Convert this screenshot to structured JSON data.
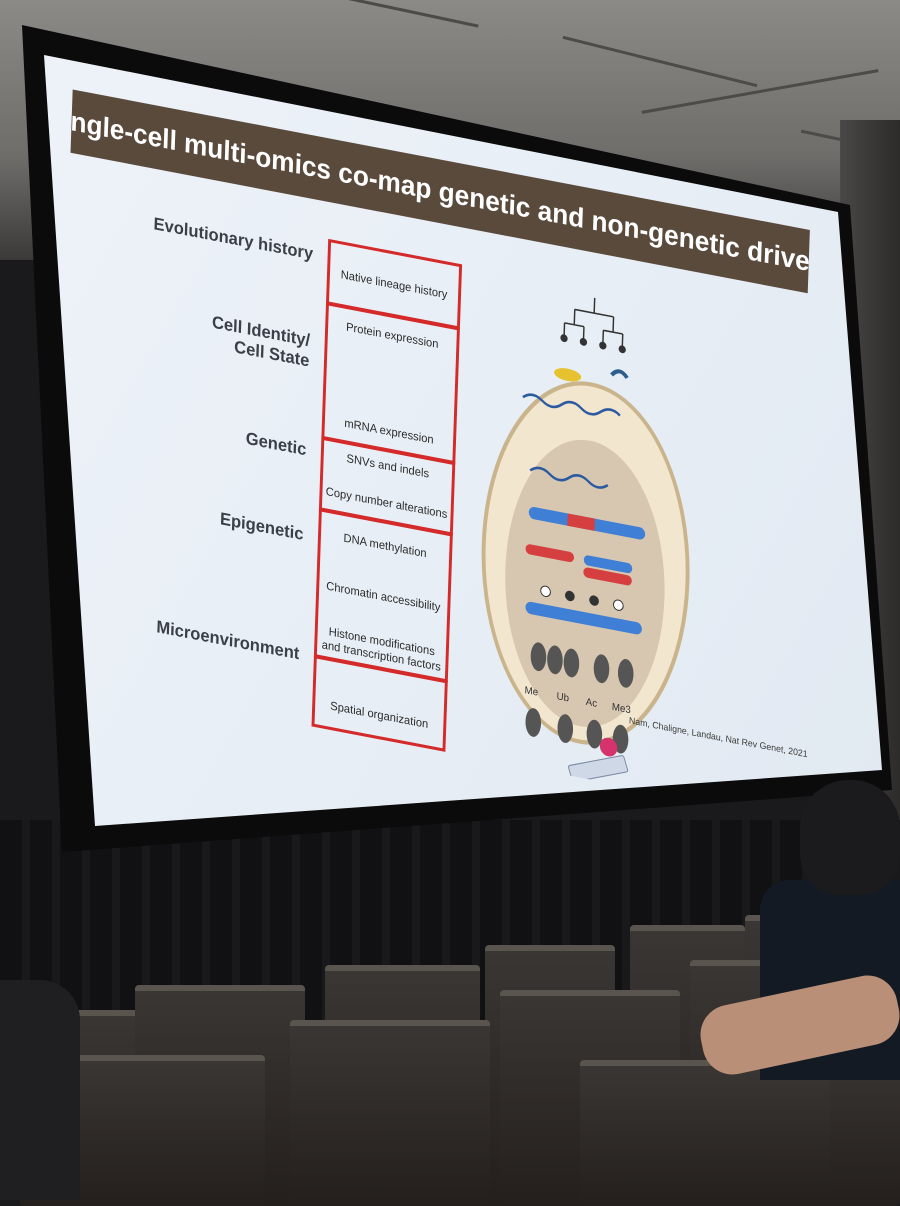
{
  "slide": {
    "title": "Single-cell multi-omics co-map genetic and non-genetic drivers",
    "row_labels": [
      "Evolutionary history",
      "Cell Identity/\nCell State",
      "Genetic",
      "Epigenetic",
      "Microenvironment"
    ],
    "box_items": [
      "Native lineage history",
      "Protein expression",
      "mRNA expression",
      "SNVs and indels",
      "Copy number alterations",
      "DNA methylation",
      "Chromatin accessibility",
      "Histone modifications\nand transcription factors",
      "Spatial organization"
    ],
    "histone_marks": [
      "Me",
      "Ub",
      "Ac",
      "Me3"
    ],
    "citation": "Nam, Chaligne, Landau, Nat Rev Genet, 2021"
  }
}
